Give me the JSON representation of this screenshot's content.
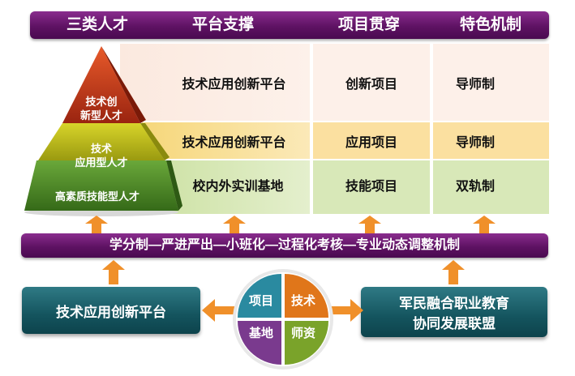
{
  "header": {
    "col1": "三类人才",
    "col2": "平台支撑",
    "col3": "项目贯穿",
    "col4": "特色机制"
  },
  "pyramid": {
    "top": [
      "技术创",
      "新型人才"
    ],
    "middle": [
      "技术",
      "应用型人才"
    ],
    "bottom": "高素质技能型人才"
  },
  "rows": [
    {
      "platform": "技术应用创新平台",
      "project": "创新项目",
      "mechanism": "导师制"
    },
    {
      "platform": "技术应用创新平台",
      "project": "应用项目",
      "mechanism": "导师制"
    },
    {
      "platform": "校内外实训基地",
      "project": "技能项目",
      "mechanism": "双轨制"
    }
  ],
  "bar": {
    "text": "学分制—严进严出—小班化—过程化考核—专业动态调整机制"
  },
  "left_box": {
    "text": "技术应用创新平台"
  },
  "right_box": {
    "line1": "军民融合职业教育",
    "line2": "协同发展联盟"
  },
  "circle": {
    "q1": "项目",
    "q2": "技术",
    "q3": "基地",
    "q4": "师资",
    "colors": {
      "q1": "#2a8aa0",
      "q2": "#e0761a",
      "q3": "#7a3a8e",
      "q4": "#7aa32a"
    }
  },
  "colors": {
    "purple": "#5e1263",
    "teal": "#14545e",
    "arrow": "#f0902a",
    "top_tier": "#c0391b",
    "mid_tier": "#c8c81e",
    "bottom_tier": "#4f8a2a"
  }
}
